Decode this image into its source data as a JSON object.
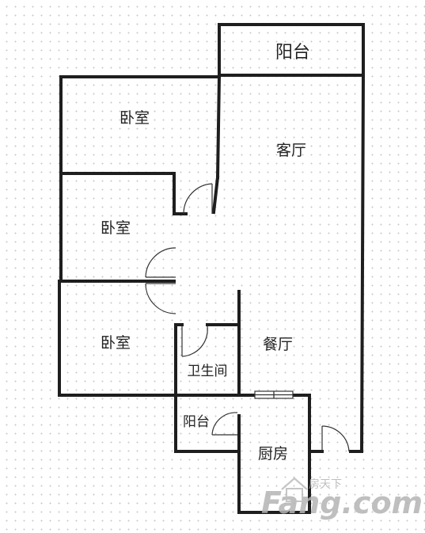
{
  "rooms": {
    "balcony_top": "阳台",
    "living_room": "客厅",
    "bedroom_1": "卧室",
    "bedroom_2": "卧室",
    "bedroom_3": "卧室",
    "dining_room": "餐厅",
    "bathroom": "卫生间",
    "balcony_small": "阳台",
    "kitchen": "厨房"
  },
  "watermark": {
    "brand_cn": "房天下",
    "brand_en": "Fang.com"
  }
}
